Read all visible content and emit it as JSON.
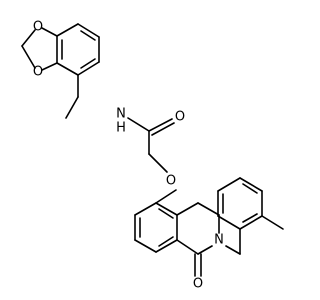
{
  "molecule": {
    "atom_labels": {
      "o_dioxole_top": "O",
      "o_dioxole_bottom": "O",
      "nh": "N",
      "nh_h": "H",
      "o_carbonyl_amide": "O",
      "o_ether": "O",
      "n_ring": "N",
      "o_carbonyl_lactam": "O"
    }
  }
}
